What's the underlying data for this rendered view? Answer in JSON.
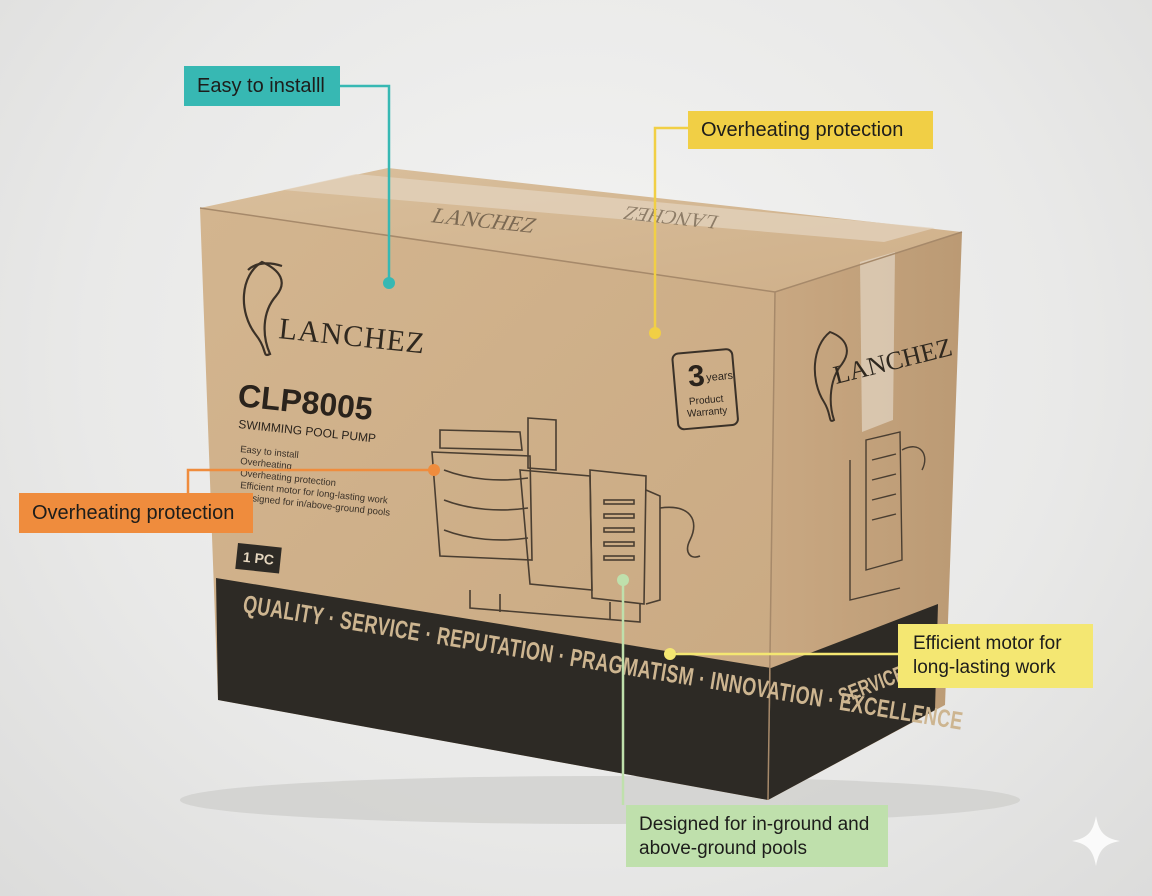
{
  "brand": "LANCHEZ",
  "brand_mirrored": "LANCHEZ",
  "product": {
    "model": "CLP8005",
    "subtitle": "SWIMMING POOL PUMP",
    "features": [
      "Easy to install",
      "Overheating",
      "Overheating protection",
      "Efficient motor for long-lasting work",
      "Designed for in/above-ground pools"
    ],
    "quantity": "1 PC"
  },
  "warranty": {
    "number": "3",
    "unit": "years",
    "line1": "Product",
    "line2": "Warranty"
  },
  "band_front": "QUALITY · SERVICE · REPUTATION · PRAGMATISM · INNOVATION · EXCELLENCE",
  "band_side": "SERVICE · INN",
  "callouts": {
    "teal": "Easy to installl",
    "yellow": "Overheating protection",
    "orange": "Overheating protection",
    "light_yellow": [
      "Efficient motor for",
      "long-lasting work"
    ],
    "green": [
      "Designed for in-ground and",
      "above-ground pools"
    ]
  },
  "colors": {
    "teal": "#37b8b3",
    "yellow": "#f1cf45",
    "orange": "#ef8c3d",
    "light_yellow": "#f4e772",
    "green": "#bfe0ac",
    "cardboard": "#cfb08a",
    "band": "#2d2a25"
  }
}
